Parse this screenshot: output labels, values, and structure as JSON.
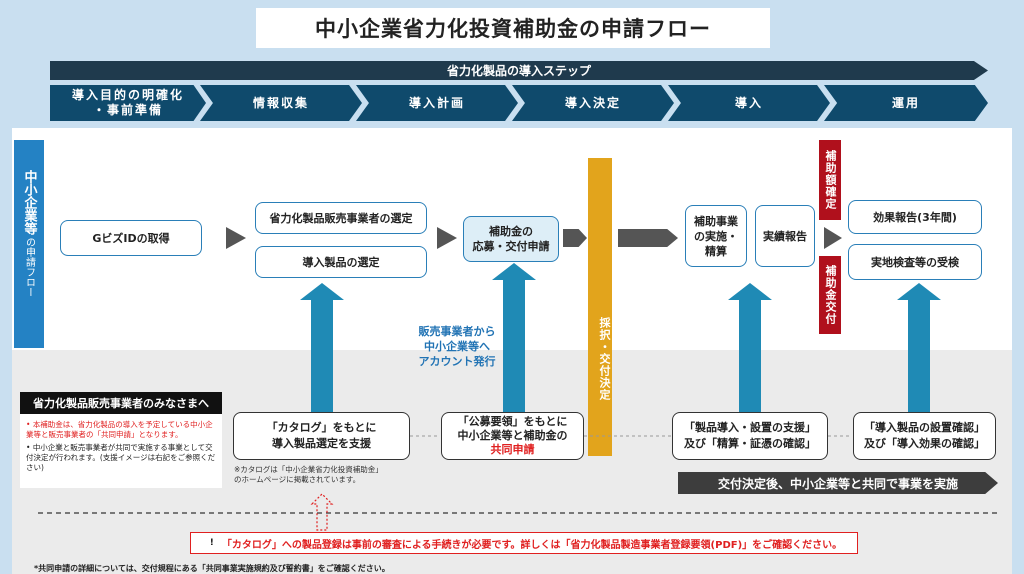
{
  "title": "中小企業省力化投資補助金の申請フロー",
  "steps_header": "省力化製品の導入ステップ",
  "steps": [
    {
      "line1": "導入目的の明確化",
      "line2": "・事前準備"
    },
    {
      "line1": "情報収集",
      "line2": ""
    },
    {
      "line1": "導入計画",
      "line2": ""
    },
    {
      "line1": "導入決定",
      "line2": ""
    },
    {
      "line1": "導入",
      "line2": ""
    },
    {
      "line1": "運用",
      "line2": ""
    }
  ],
  "side_label": {
    "main": "中小企業等",
    "sub": "の申請フロー"
  },
  "flow": {
    "gbiz": "GビズIDの取得",
    "select_vendor": "省力化製品販売事業者の選定",
    "select_product": "導入製品の選定",
    "apply": {
      "line1": "補助金の",
      "line2": "応募・交付申請"
    },
    "adoption": "採択・交付決定",
    "implement": {
      "line1": "補助事業",
      "line2": "の実施・",
      "line3": "精算"
    },
    "report": "実績報告",
    "confirm": "補助額確定",
    "grant": "補助金交付",
    "effect_report": "効果報告(3年間)",
    "inspection": "実地検査等の受検"
  },
  "account_note": {
    "line1": "販売事業者から",
    "line2": "中小企業等へ",
    "line3": "アカウント発行"
  },
  "vendor_notice": {
    "title": "省力化製品販売事業者のみなさまへ",
    "item1": "本補助金は、省力化製品の導入を予定している中小企業等と販売事業者の「共同申請」となります。",
    "item2": "中小企業と販売事業者が共同で実施する事業として交付決定が行われます。(支援イメージは右記をご参照ください)"
  },
  "support": {
    "catalog": {
      "line1": "「カタログ」をもとに",
      "line2": "導入製品選定を支援"
    },
    "catalog_note": {
      "line1": "※カタログは「中小企業省力化投資補助金」",
      "line2": "のホームページに掲載されています。"
    },
    "guideline": {
      "line1": "「公募要領」をもとに",
      "line2": "中小企業等と補助金の",
      "line3": "共同申請"
    },
    "install": {
      "line1": "「製品導入・設置の支援」",
      "line2": "及び「精算・証憑の確認」"
    },
    "effect": {
      "line1": "「導入製品の設置確認」",
      "line2": "及び「導入効果の確認」"
    },
    "joint_bar": "交付決定後、中小企業等と共同で事業を実施"
  },
  "alert": "「カタログ」への製品登録は事前の審査による手続きが必要です。詳しくは「省力化製品製造事業者登録要領(PDF)」をご確認ください。",
  "alert_icon": "!",
  "footnote": "*共同申請の詳細については、交付規程にある「共同事業実施規約及び誓約書」をご確認ください。",
  "colors": {
    "step_bg": "#0f4a6c",
    "accent_blue": "#2a7fb8",
    "gold": "#e2a41c",
    "red": "#b0101c",
    "dark": "#1f3a4d"
  }
}
